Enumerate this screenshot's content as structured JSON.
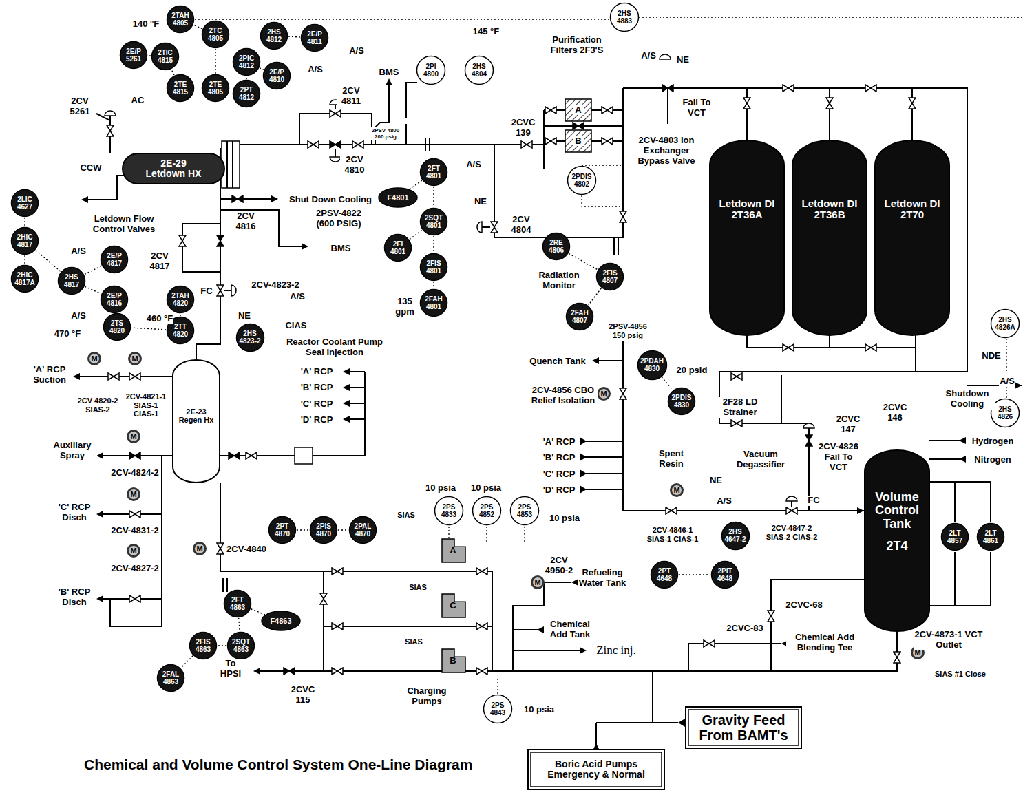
{
  "diagram": {
    "title": "Chemical and Volume Control System One-Line Diagram",
    "nodes": [
      {
        "text": [
          "2TAH 4805"
        ]
      },
      {
        "text": [
          "2TC 4805"
        ]
      },
      {
        "text": [
          "2HS 4812"
        ]
      },
      {
        "text": [
          "2E/P 4811"
        ]
      },
      {
        "text": [
          "2E/P 5261"
        ]
      },
      {
        "text": [
          "2TIC 4815"
        ]
      },
      {
        "text": [
          "2PIC 4812"
        ]
      },
      {
        "text": [
          "2E/P 4810"
        ]
      },
      {
        "text": [
          "2TE 4815"
        ]
      },
      {
        "text": [
          "2TE 4805"
        ]
      },
      {
        "text": [
          "2PT 4812"
        ]
      },
      {
        "text": [
          "2HS 4883"
        ]
      },
      {
        "text": [
          "2PI 4800"
        ]
      },
      {
        "text": [
          "2HS 4804"
        ]
      },
      {
        "text": [
          "2E-29 Letdown HX"
        ]
      },
      {
        "text": [
          "A"
        ]
      },
      {
        "text": [
          "B"
        ]
      },
      {
        "text": [
          "2PDIS 4802"
        ]
      },
      {
        "text": [
          "2FT 4801"
        ]
      },
      {
        "text": [
          "F4801"
        ]
      },
      {
        "text": [
          "2SQT 4801"
        ]
      },
      {
        "text": [
          "2FI 4801"
        ]
      },
      {
        "text": [
          "2FIS 4801"
        ]
      },
      {
        "text": [
          "2FAH 4801"
        ]
      },
      {
        "text": [
          "2RE 4806"
        ]
      },
      {
        "text": [
          "2FIS 4807"
        ]
      },
      {
        "text": [
          "2FAH 4807"
        ]
      },
      {
        "text": [
          "Letdown DI 2T36A"
        ]
      },
      {
        "text": [
          "Letdown DI 2T36B"
        ]
      },
      {
        "text": [
          "Letdown DI 2T70"
        ]
      },
      {
        "text": [
          "2LIC 4627"
        ]
      },
      {
        "text": [
          "2HIC 4817"
        ]
      },
      {
        "text": [
          "2HIC 4817A"
        ]
      },
      {
        "text": [
          "2E/P 4817"
        ]
      },
      {
        "text": [
          "2HS 4817"
        ]
      },
      {
        "text": [
          "2E/P 4816"
        ]
      },
      {
        "text": [
          "2TAH 4820"
        ]
      },
      {
        "text": [
          "2TS 4820"
        ]
      },
      {
        "text": [
          "2TT 4820"
        ]
      },
      {
        "text": [
          "2HS 4823-2"
        ]
      },
      {
        "text": [
          "2E-23 Regen Hx"
        ]
      },
      {
        "text": [
          "2PT 4870"
        ]
      },
      {
        "text": [
          "2PIS 4870"
        ]
      },
      {
        "text": [
          "2PAL 4870"
        ]
      },
      {
        "text": [
          "2PS 4833"
        ]
      },
      {
        "text": [
          "2PS 4852"
        ]
      },
      {
        "text": [
          "2PS 4853"
        ]
      },
      {
        "text": [
          "2FT 4863"
        ]
      },
      {
        "text": [
          "F4863"
        ]
      },
      {
        "text": [
          "2FIS 4863"
        ]
      },
      {
        "text": [
          "2SQT 4863"
        ]
      },
      {
        "text": [
          "2FAL 4863"
        ]
      },
      {
        "text": [
          "2PS 4843"
        ]
      },
      {
        "text": [
          "2PDAH 4830"
        ]
      },
      {
        "text": [
          "2PDIS 4830"
        ]
      },
      {
        "text": [
          "2HS 4647-2"
        ]
      },
      {
        "text": [
          "2PT 4648"
        ]
      },
      {
        "text": [
          "2PIT 4648"
        ]
      },
      {
        "text": [
          "Volume Control Tank",
          "2T4"
        ]
      },
      {
        "text": [
          "2LT 4857"
        ]
      },
      {
        "text": [
          "2LT 4861"
        ]
      },
      {
        "text": [
          "2HS 4826A"
        ]
      },
      {
        "text": [
          "2HS 4826"
        ]
      },
      {
        "text": [
          "A"
        ]
      },
      {
        "text": [
          "C"
        ]
      },
      {
        "text": [
          "B"
        ]
      },
      {
        "text": [
          "Gravity Feed From BAMT's"
        ]
      },
      {
        "text": [
          "Boric Acid Pumps Emergency & Normal"
        ]
      },
      {
        "text": [
          "M"
        ]
      },
      {
        "text": [
          "M"
        ]
      },
      {
        "text": [
          "M"
        ]
      },
      {
        "text": [
          "M"
        ]
      },
      {
        "text": [
          "M"
        ]
      },
      {
        "text": [
          "M"
        ]
      },
      {
        "text": [
          "M"
        ]
      },
      {
        "text": [
          "M"
        ]
      },
      {
        "text": [
          "M"
        ]
      },
      {
        "text": [
          "M"
        ]
      }
    ],
    "edges": [
      {
        "from": 1,
        "to": 0,
        "arrow": "none"
      },
      {
        "from": 9,
        "to": 1,
        "arrow": "none"
      },
      {
        "from": 8,
        "to": 5,
        "arrow": "none"
      },
      {
        "from": 5,
        "to": 4,
        "arrow": "none"
      },
      {
        "from": 10,
        "to": 6,
        "arrow": "none"
      },
      {
        "from": 6,
        "to": 7,
        "arrow": "none"
      },
      {
        "from": 2,
        "to": 3,
        "arrow": "none"
      },
      {
        "from": 18,
        "to": 20,
        "arrow": "none"
      },
      {
        "from": 19,
        "to": 18,
        "arrow": "none"
      },
      {
        "from": 20,
        "to": 22,
        "arrow": "none"
      },
      {
        "from": 21,
        "to": 20,
        "arrow": "none"
      },
      {
        "from": 22,
        "to": 23,
        "arrow": "none"
      },
      {
        "from": 24,
        "to": 25,
        "arrow": "none"
      },
      {
        "from": 25,
        "to": 26,
        "arrow": "none"
      },
      {
        "from": 38,
        "to": 37,
        "arrow": "none"
      },
      {
        "from": 38,
        "to": 36,
        "arrow": "none"
      },
      {
        "from": 33,
        "to": 34,
        "arrow": "none"
      },
      {
        "from": 34,
        "to": 35,
        "arrow": "none"
      },
      {
        "from": 31,
        "to": 34,
        "arrow": "none"
      },
      {
        "from": 41,
        "to": 42,
        "arrow": "none"
      },
      {
        "from": 42,
        "to": 43,
        "arrow": "none"
      },
      {
        "from": 47,
        "to": 48,
        "arrow": "none"
      },
      {
        "from": 47,
        "to": 50,
        "arrow": "none"
      },
      {
        "from": 50,
        "to": 49,
        "arrow": "none"
      },
      {
        "from": 49,
        "to": 51,
        "arrow": "none"
      },
      {
        "from": 53,
        "to": 54,
        "arrow": "none"
      },
      {
        "from": 56,
        "to": 57,
        "arrow": "none"
      }
    ],
    "labels": [
      "140 °F",
      "145 °F",
      "A/S",
      "A/S",
      "2CV 5261",
      "AC",
      "CCW",
      "2CV 4811",
      "BMS",
      "2PSV 4800 200 psig",
      "2CV 4810",
      "A/S",
      "NE",
      "2CVC 139",
      "Purification Filters 2F3'S",
      "A/S",
      "NE",
      "Fail To VCT",
      "2CV-4803 Ion Exchanger Bypass Valve",
      "2CV 4804",
      "Shut Down Cooling",
      "Letdown Flow Control Valves",
      "2CV 4816",
      "2PSV-4822 (600 PSIG)",
      "BMS",
      "A/S",
      "2CV 4817",
      "A/S",
      "FC",
      "2CV-4823-2",
      "A/S",
      "NE",
      "CIAS",
      "460 °F",
      "470 °F",
      "Reactor Coolant Pump Seal Injection",
      "'A' RCP",
      "'B' RCP",
      "'C' RCP",
      "'D' RCP",
      "Radiation Monitor",
      "135 gpm",
      "2PSV-4856 150 psig",
      "'A' RCP Suction",
      "2CV 4820-2 SIAS-2",
      "2CV-4821-1 SIAS-1 CIAS-1",
      "Auxiliary Spray",
      "2CV-4824-2",
      "'C' RCP Disch",
      "2CV-4831-2",
      "2CV-4827-2",
      "'B' RCP Disch",
      "2CV-4840",
      "To HPSI",
      "2CVC 115",
      "Quench Tank",
      "2CV-4856 CBO Relief Isolation",
      "'A' RCP",
      "'B' RCP",
      "'C' RCP",
      "'D' RCP",
      "20 psid",
      "2F28 LD Strainer",
      "NDE",
      "A/S",
      "Shutdown Cooling",
      "2CVC 147",
      "2CVC 146",
      "Hydrogen",
      "Nitrogen",
      "Spent Resin",
      "Vacuum Degassifier",
      "2CV-4826 Fail To VCT",
      "NE",
      "A/S",
      "FC",
      "2CV-4846-1 SIAS-1 CIAS-1",
      "2CV-4847-2 SIAS-2 CIAS-2",
      "SIAS",
      "SIAS",
      "SIAS",
      "10 psia",
      "10 psia",
      "10 psia",
      "2CV 4950-2",
      "Refueling Water Tank",
      "Chemical Add Tank",
      "Zinc inj.",
      "2CVC-68",
      "2CVC-83",
      "Chemical Add Blending Tee",
      "2CV-4873-1 VCT Outlet",
      "SIAS #1 Close",
      "Charging Pumps",
      "10 psia"
    ]
  }
}
